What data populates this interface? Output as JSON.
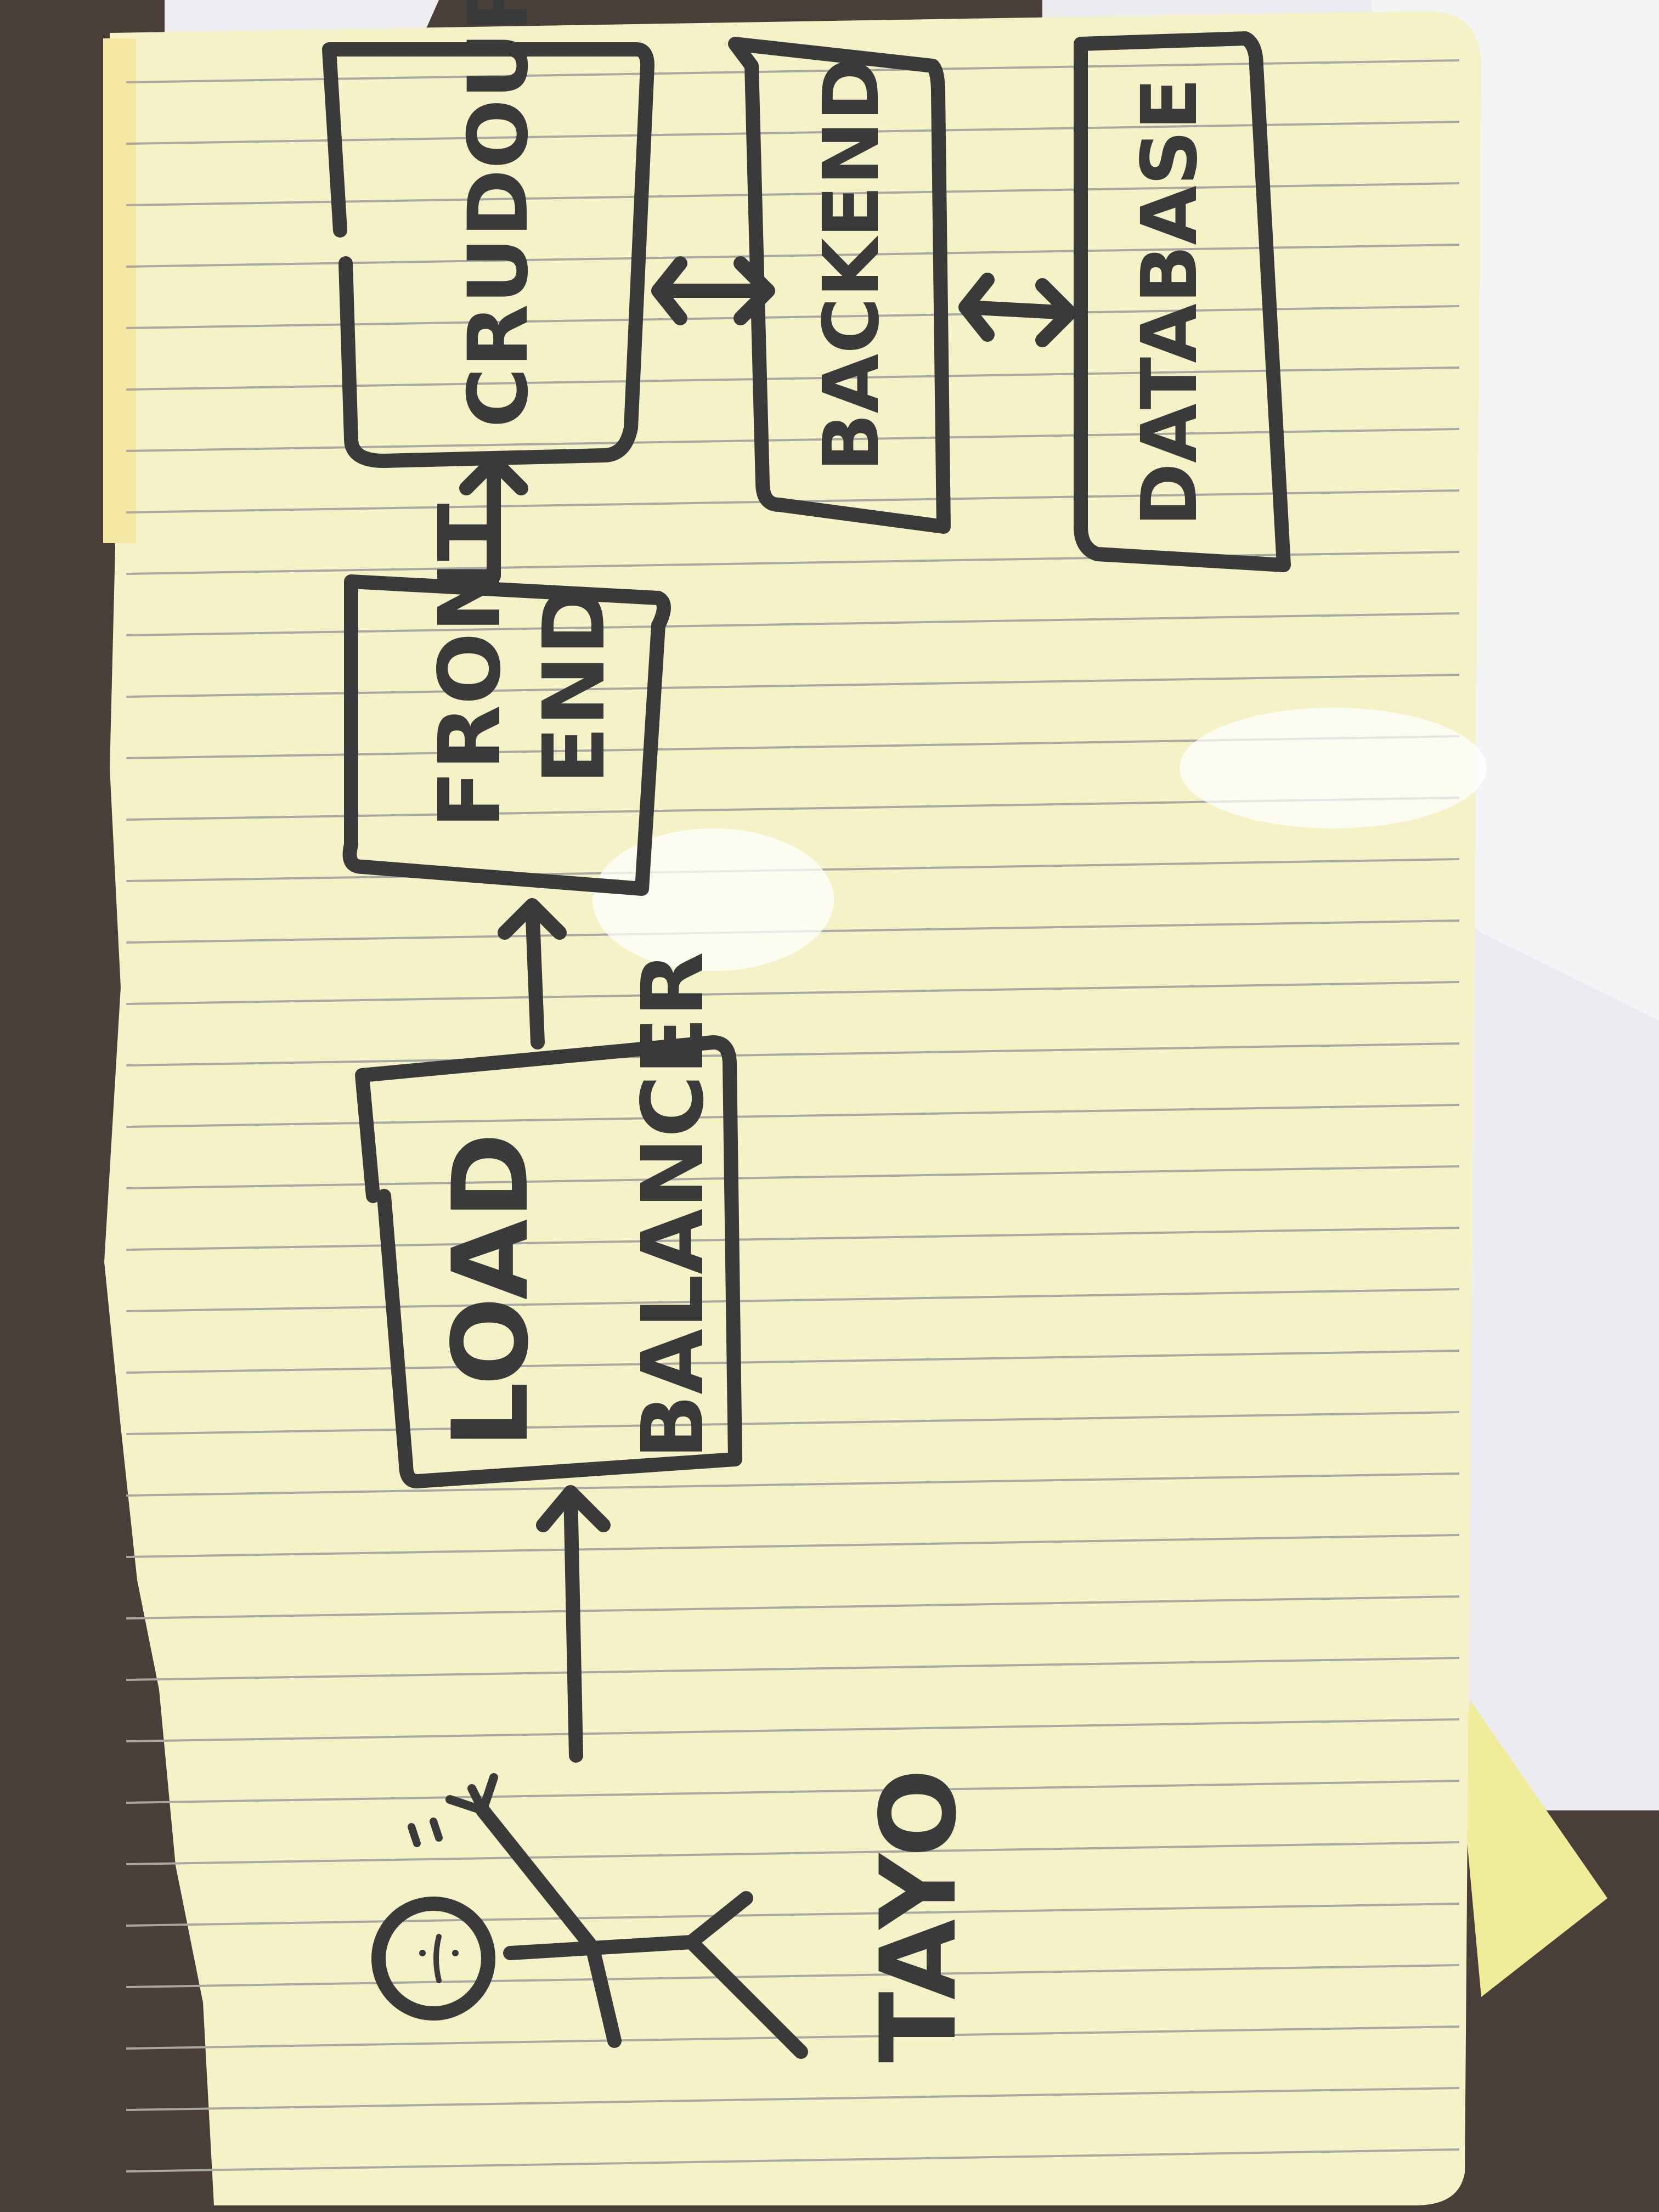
{
  "diagram": {
    "nodes": {
      "user": {
        "label": "TAYO",
        "icon": "stick-figure-icon"
      },
      "load_balancer": {
        "line1": "LOAD",
        "line2": "BALANCER"
      },
      "frontend": {
        "line1": "FRONT",
        "line2": "END"
      },
      "crudour": {
        "label": "CRUDOUR"
      },
      "backend": {
        "label": "BACKEND"
      },
      "database": {
        "label": "DATABASE"
      }
    },
    "edges": [
      {
        "from": "user",
        "to": "load_balancer",
        "direction": "one-way"
      },
      {
        "from": "load_balancer",
        "to": "frontend",
        "direction": "one-way"
      },
      {
        "from": "frontend",
        "to": "crudour",
        "direction": "one-way"
      },
      {
        "from": "crudour",
        "to": "backend",
        "direction": "two-way"
      },
      {
        "from": "backend",
        "to": "database",
        "direction": "two-way"
      }
    ]
  },
  "colors": {
    "paper": "#f6f2c8",
    "ink": "#3a3a3a",
    "rule": "#a9a9a4",
    "table": "#4a3f38",
    "white_sheet": "#f2f2f4",
    "sticky": "#f1ec9a"
  }
}
